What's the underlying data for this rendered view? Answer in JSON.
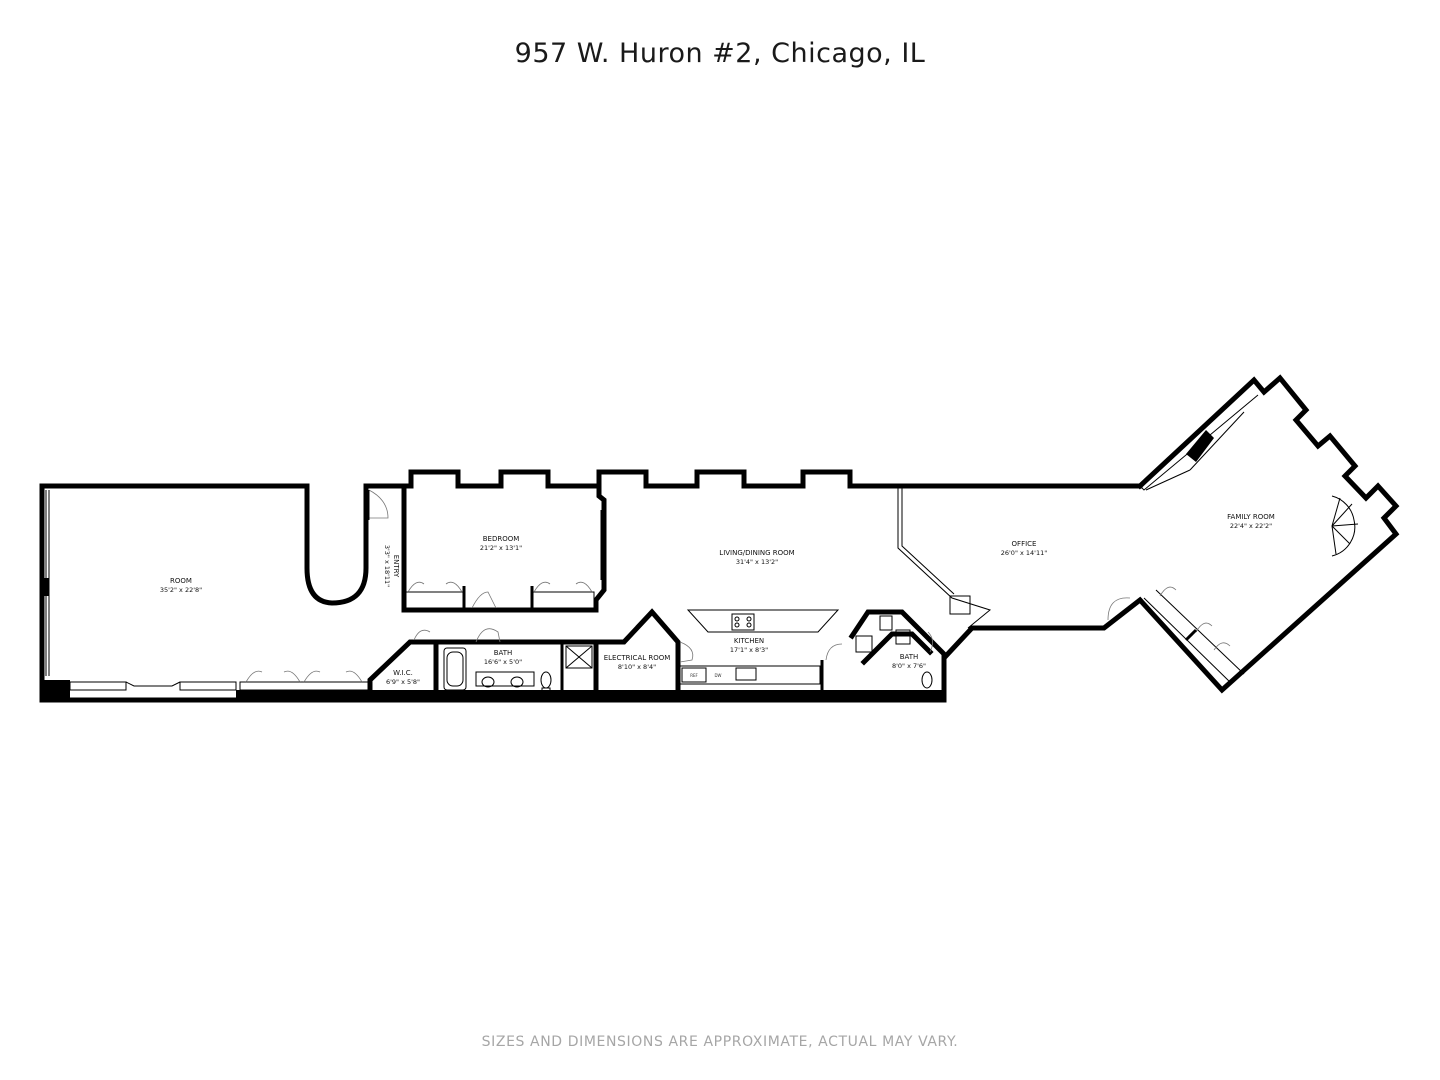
{
  "title": "957 W. Huron #2, Chicago, IL",
  "disclaimer": "SIZES AND DIMENSIONS ARE APPROXIMATE, ACTUAL MAY VARY.",
  "rooms": {
    "room": {
      "name": "ROOM",
      "dims": "35'2\" x 22'8\""
    },
    "entry": {
      "name": "ENTRY",
      "dims": "3'3\" x 18'11\""
    },
    "bedroom": {
      "name": "BEDROOM",
      "dims": "21'2\" x 13'1\""
    },
    "living": {
      "name": "LIVING/DINING ROOM",
      "dims": "31'4\" x 13'2\""
    },
    "office": {
      "name": "OFFICE",
      "dims": "26'0\" x 14'11\""
    },
    "family": {
      "name": "FAMILY ROOM",
      "dims": "22'4\" x 22'2\""
    },
    "wic": {
      "name": "W.I.C.",
      "dims": "6'9\" x 5'8\""
    },
    "bath1": {
      "name": "BATH",
      "dims": "16'6\" x 5'0\""
    },
    "electrical": {
      "name": "ELECTRICAL ROOM",
      "dims": "8'10\" x 8'4\""
    },
    "kitchen": {
      "name": "KITCHEN",
      "dims": "17'1\" x 8'3\""
    },
    "bath2": {
      "name": "BATH",
      "dims": "8'0\" x 7'6\""
    }
  },
  "appliances": {
    "ref": "REF",
    "dw": "DW"
  }
}
